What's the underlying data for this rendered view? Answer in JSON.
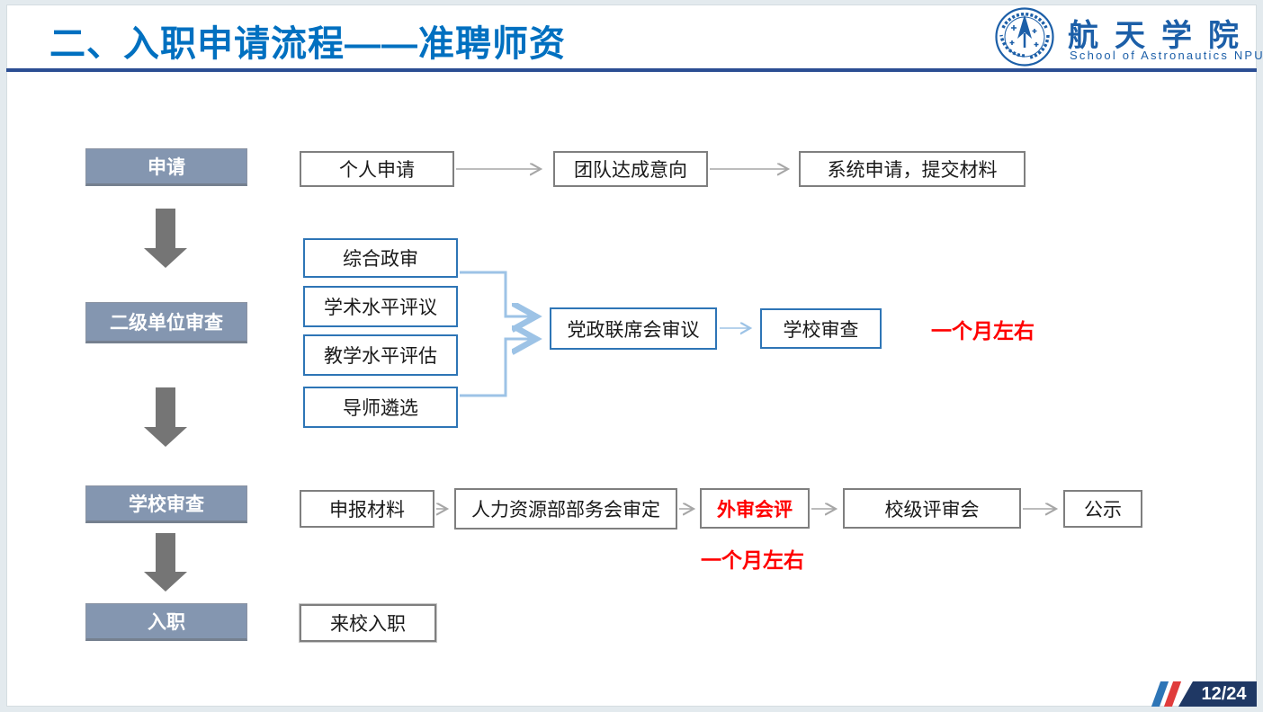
{
  "header": {
    "title": "二、入职申请流程——准聘师资",
    "logo_cn": "航天学院",
    "logo_en": "School of Astronautics NPU"
  },
  "stages": [
    {
      "label": "申请"
    },
    {
      "label": "二级单位审查"
    },
    {
      "label": "学校审查"
    },
    {
      "label": "入职"
    }
  ],
  "flow": {
    "row1": [
      "个人申请",
      "团队达成意向",
      "系统申请，提交材料"
    ],
    "row2": {
      "inputs": [
        "综合政审",
        "学术水平评议",
        "教学水平评估",
        "导师遴选"
      ],
      "merge": "党政联席会审议",
      "next": "学校审查",
      "note": "一个月左右"
    },
    "row3": {
      "boxes": [
        "申报材料",
        "人力资源部部务会审定",
        "外审会评",
        "校级评审会",
        "公示"
      ],
      "note": "一个月左右"
    },
    "row4": [
      "来校入职"
    ]
  },
  "footer": {
    "page": "12/24"
  },
  "colors": {
    "title_blue": "#0070C0",
    "accent_blue": "#2E75B6",
    "connector_blue": "#9DC3E6",
    "note_red": "#FF0000",
    "stage_fill": "#8496B0",
    "footer_navy": "#1F3864",
    "stripe_red": "#E03C3C"
  }
}
